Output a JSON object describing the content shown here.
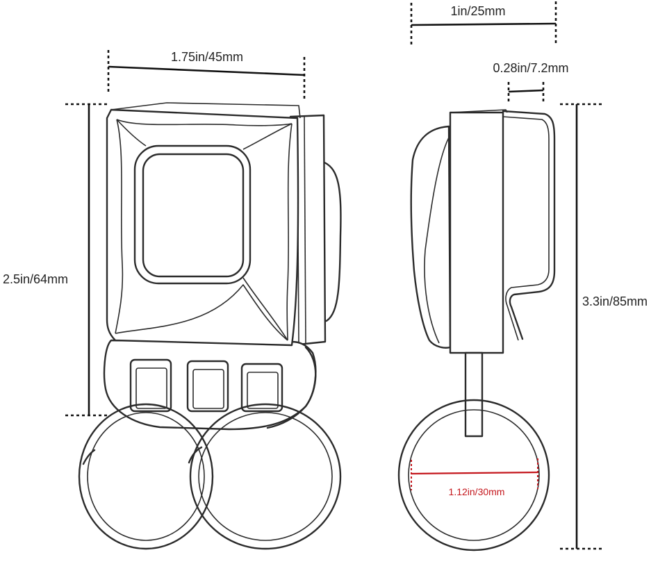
{
  "dimensions": {
    "top_width": "1in/25mm",
    "body_width": "1.75in/45mm",
    "clip_gap": "0.28in/7.2mm",
    "body_height": "2.5in/64mm",
    "total_height": "3.3in/85mm",
    "ring_diameter": "1.12in/30mm"
  },
  "colors": {
    "line": "#2b2b2b",
    "highlight": "#c4161c"
  }
}
